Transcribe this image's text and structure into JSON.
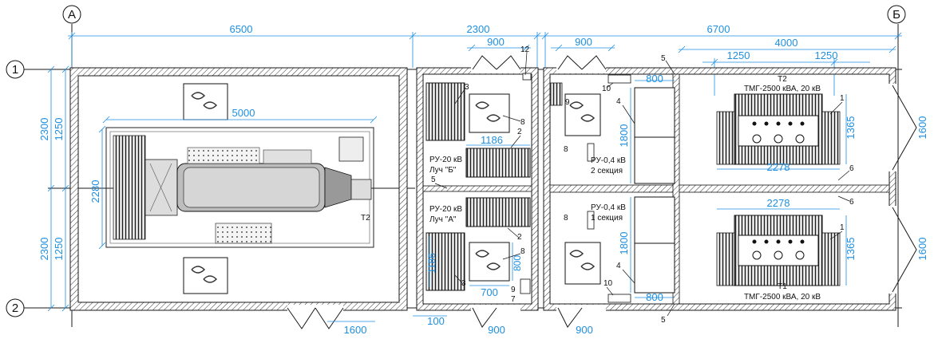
{
  "axes": {
    "a": "А",
    "b": "Б",
    "row1": "1",
    "row2": "2"
  },
  "dims": {
    "top_left": "6500",
    "top_mid": "2300",
    "top_right": "6700",
    "door_ru_top": "900",
    "door_tp_top": "900",
    "tr_span": "4000",
    "tr_1250_a": "1250",
    "tr_1250_b": "1250",
    "gen_5000": "5000",
    "gen_2280": "2280",
    "left_2300_top": "2300",
    "left_1250_top": "1250",
    "left_2300_bot": "2300",
    "left_1250_bot": "1250",
    "ru_1186_top": "1186",
    "ru_1186_side": "1186",
    "ru_700": "700",
    "ru_800": "800",
    "tp_800_top": "800",
    "tp_1800_top": "1800",
    "tp_1800_bot": "1800",
    "tp_800_bot": "800",
    "t2_1365": "1365",
    "t2_2278": "2278",
    "t1_2278": "2278",
    "t1_1365": "1365",
    "right_1600_top": "1600",
    "right_1600_bot": "1600",
    "bot_1600": "1600",
    "bot_100": "100",
    "bot_900_ru": "900",
    "bot_900_tp": "900"
  },
  "labels": {
    "ru_b_1": "РУ-20 кВ",
    "ru_b_2": "Луч \"Б\"",
    "ru_a_1": "РУ-20 кВ",
    "ru_a_2": "Луч \"А\"",
    "tp_2_1": "РУ-0,4 кВ",
    "tp_2_2": "2 секция",
    "tp_1_1": "РУ-0,4 кВ",
    "tp_1_2": "1 секция",
    "t2_name": "Т2",
    "t2_type": "ТМГ-2500 кВА, 20 кВ",
    "t1_name": "Т1",
    "t1_type": "ТМГ-2500 кВА, 20 кВ",
    "gen_tag": "Т2"
  },
  "callouts": {
    "n1a": "1",
    "n1b": "1",
    "n2a": "2",
    "n2b": "2",
    "n3a": "3",
    "n3b": "3",
    "n4a": "4",
    "n4b": "4",
    "n5a": "5",
    "n5b": "5",
    "n5c": "5",
    "n6a": "6",
    "n6b": "6",
    "n7": "7",
    "n8a": "8",
    "n8b": "8",
    "n8c": "8",
    "n8d": "8",
    "n9a": "9",
    "n9b": "9",
    "n10a": "10",
    "n10b": "10",
    "n12": "12"
  },
  "colors": {
    "dimension": "#1e8fe0",
    "line": "#1a1a1a"
  }
}
